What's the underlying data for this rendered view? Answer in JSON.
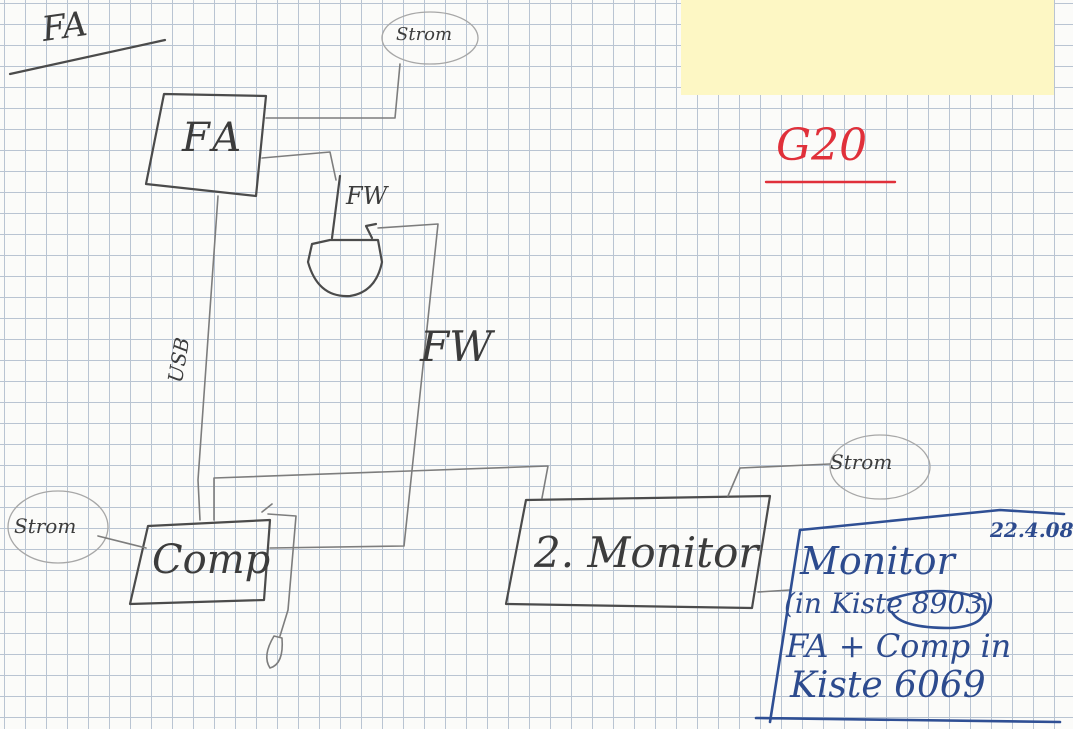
{
  "labels": {
    "page_title": "FA",
    "fa_box": "FA",
    "strom_top": "Strom",
    "fw_top": "FW",
    "usb": "USB",
    "fw_side": "FW",
    "g20": "G20",
    "strom_left": "Strom",
    "comp_box": "Comp",
    "monitor_box": "2. Monitor",
    "strom_right": "Strom"
  },
  "note": {
    "date": "22.4.08",
    "line1": "Monitor",
    "line2": "(in Kiste 8903)",
    "line3": "FA + Comp in",
    "line4": "Kiste 6069"
  },
  "colors": {
    "pencil": "#4b4b4b",
    "ink_blue": "#2f4f94",
    "ink_red": "#e0303a",
    "sticky_note": "#fdf7c4",
    "grid": "#b9c4d2"
  }
}
